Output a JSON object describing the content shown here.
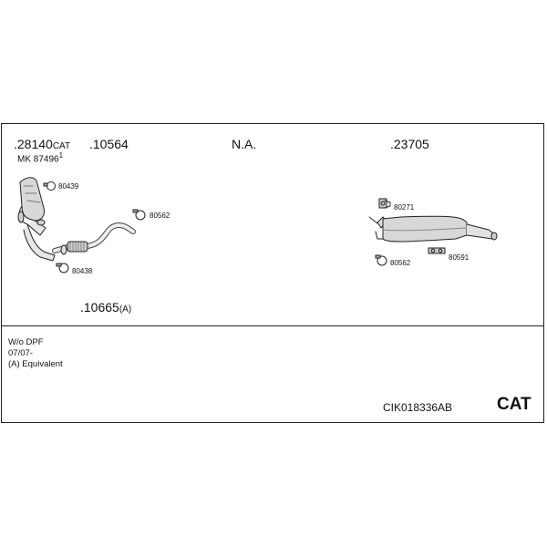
{
  "header_parts": {
    "p1_number": ".28140",
    "p1_suffix": "CAT",
    "p1_sub": "MK 87496",
    "p1_sup": "1",
    "p2_number": ".10564",
    "p3_number": "N.A.",
    "p4_number": ".23705"
  },
  "pipe_part": {
    "number": ".10665",
    "suffix": "(A)"
  },
  "accessories": {
    "clamp_80439": "80439",
    "clamp_80562_left": "80562",
    "clamp_80438": "80438",
    "hanger_80271": "80271",
    "clamp_80562_right": "80562",
    "hanger_80591": "80591"
  },
  "notes": [
    "W/o DPF",
    "07/07-",
    "(A) Equivalent"
  ],
  "kit_code": "CIK018336AB",
  "brand": "CAT"
}
